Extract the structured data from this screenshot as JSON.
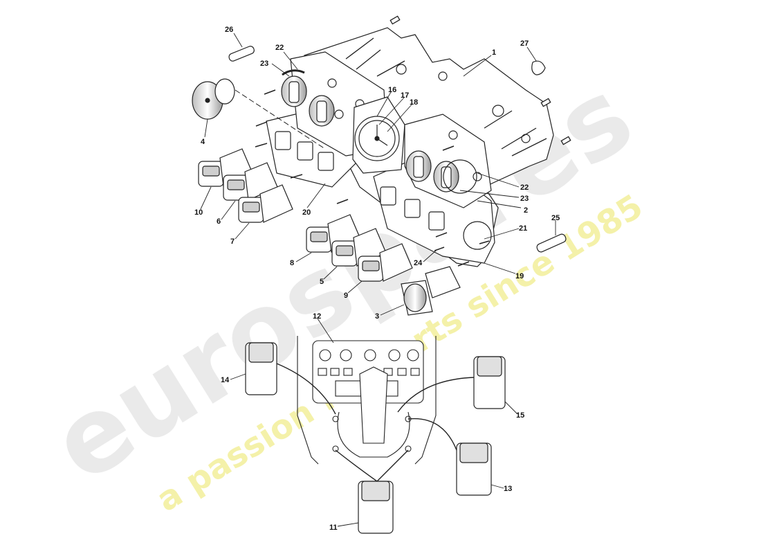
{
  "watermark": {
    "brand": "eurospares",
    "slogan": "a passion for parts since 1985",
    "brand_color": "#e6e6e6",
    "slogan_color": "#f2ef9a"
  },
  "callouts": [
    "1",
    "2",
    "3",
    "4",
    "5",
    "6",
    "7",
    "8",
    "9",
    "10",
    "11",
    "12",
    "13",
    "14",
    "15",
    "16",
    "17",
    "18",
    "19",
    "20",
    "21",
    "22",
    "22",
    "23",
    "23",
    "24",
    "25",
    "26",
    "27"
  ],
  "colors": {
    "line": "#222222",
    "fill": "#ffffff",
    "shade": "#cfcfcf"
  }
}
